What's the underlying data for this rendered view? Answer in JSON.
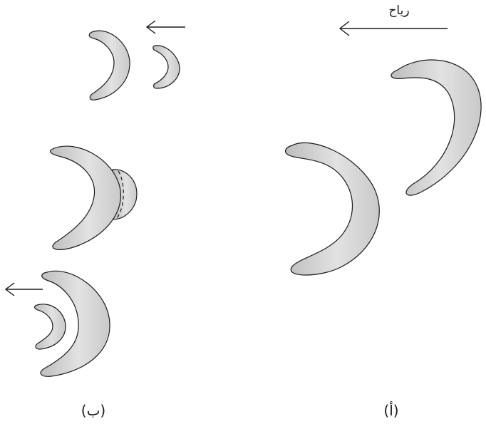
{
  "labels": {
    "wind": "رياح",
    "panel_a": "(أ)",
    "panel_b": "(ب)"
  },
  "colors": {
    "dune_fill_light": "#e2e2e2",
    "dune_fill_dark": "#bdbdbd",
    "outline": "#1a1a1a",
    "background": "#ffffff"
  }
}
